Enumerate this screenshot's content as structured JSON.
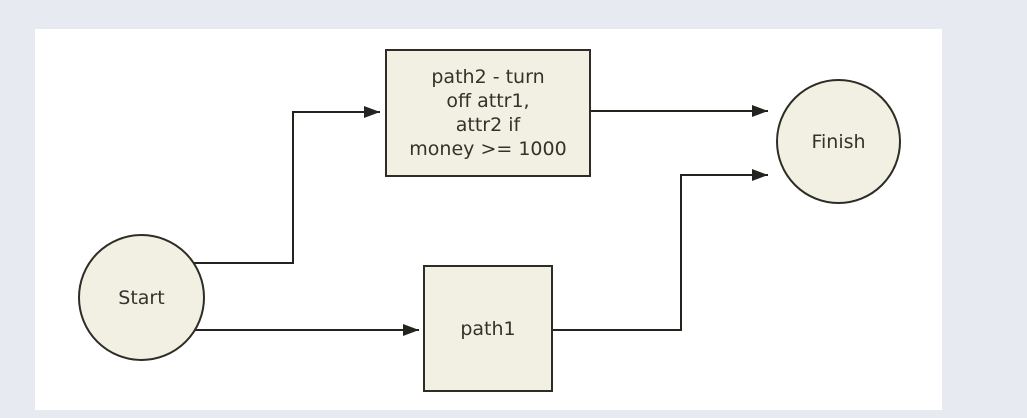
{
  "diagram": {
    "type": "flowchart",
    "nodes": {
      "start": {
        "id": "start",
        "shape": "circle",
        "label": "Start"
      },
      "path2": {
        "id": "path2",
        "shape": "box",
        "label": "path2 - turn off attr1, attr2 if money >= 1000",
        "label_lines": [
          "path2 - turn",
          "off attr1,",
          "attr2 if",
          "money >= 1000"
        ]
      },
      "path1": {
        "id": "path1",
        "shape": "box",
        "label": "path1"
      },
      "finish": {
        "id": "finish",
        "shape": "circle",
        "label": "Finish"
      }
    },
    "edges": [
      {
        "from": "start",
        "to": "path2",
        "style": "elbow-right-up-right",
        "arrowhead": "filled-triangle"
      },
      {
        "from": "start",
        "to": "path1",
        "style": "straight-right",
        "arrowhead": "filled-triangle"
      },
      {
        "from": "path2",
        "to": "finish",
        "style": "straight-right",
        "arrowhead": "filled-triangle"
      },
      {
        "from": "path1",
        "to": "finish",
        "style": "elbow-right-up-right",
        "arrowhead": "filled-triangle"
      }
    ],
    "colors": {
      "page_background": "#e8eaf2",
      "canvas_background": "#ffffff",
      "node_fill": "#f2f0e3",
      "node_border": "#2d2d26",
      "edge_stroke": "#24241f",
      "text": "#33332c"
    }
  }
}
